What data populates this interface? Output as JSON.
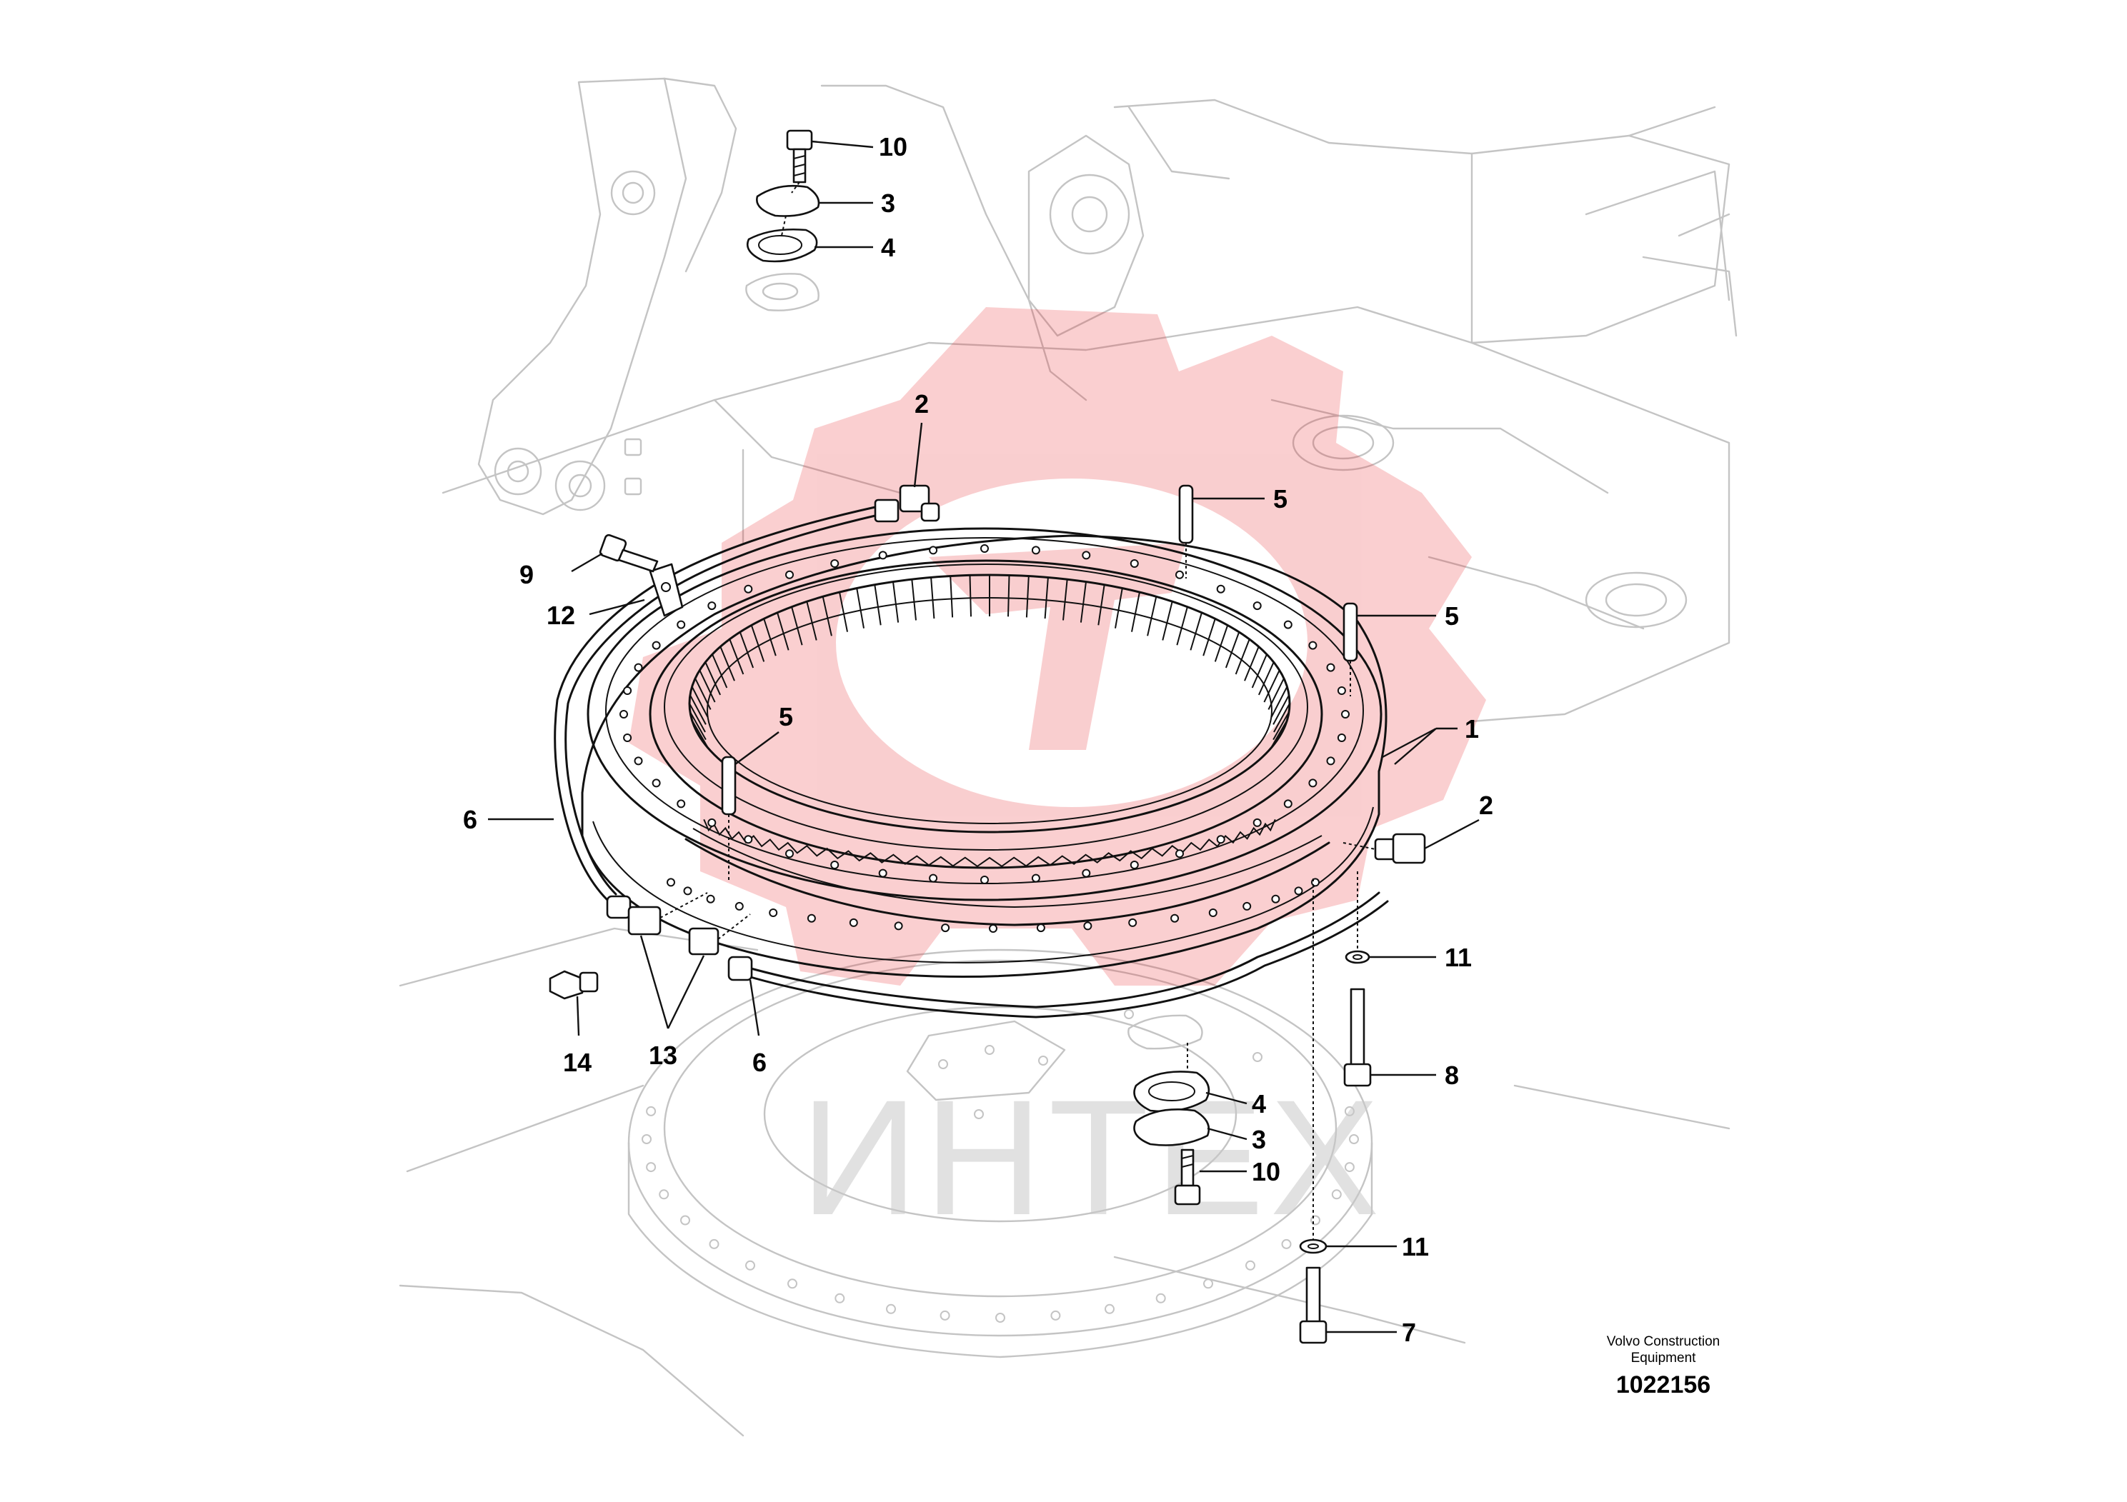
{
  "figure": {
    "caption_line1": "Volvo Construction",
    "caption_line2": "Equipment",
    "document_number": "1022156",
    "watermark_text": "ИНТЕХ",
    "watermark_logo": "gear-logo",
    "watermark_color": "#e8252b"
  },
  "callouts": {
    "c10_top": "10",
    "c3_top": "3",
    "c4_top": "4",
    "c2_top": "2",
    "c5_a": "5",
    "c5_b": "5",
    "c5_c": "5",
    "c9": "9",
    "c12": "12",
    "c1": "1",
    "c2_right": "2",
    "c6_left": "6",
    "c11_a": "11",
    "c8": "8",
    "c14": "14",
    "c13": "13",
    "c6_bottom": "6",
    "c4_bottom": "4",
    "c3_bottom": "3",
    "c10_bottom": "10",
    "c11_b": "11",
    "c7": "7"
  }
}
